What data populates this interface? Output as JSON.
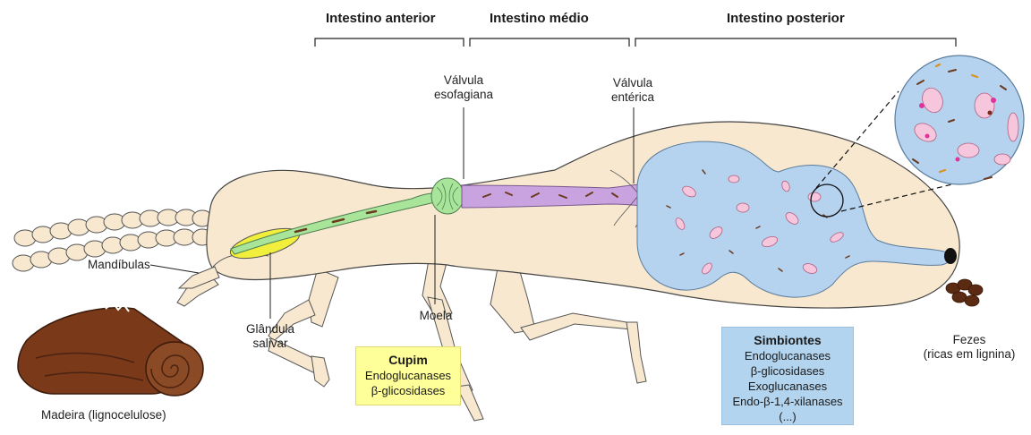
{
  "sections": {
    "anterior": "Intestino anterior",
    "medio": "Intestino médio",
    "posterior": "Intestino posterior"
  },
  "labels": {
    "valvula_esofagiana_1": "Válvula",
    "valvula_esofagiana_2": "esofagiana",
    "valvula_enterica_1": "Válvula",
    "valvula_enterica_2": "entérica",
    "mandibulas": "Mandíbulas",
    "glandula_1": "Glândula",
    "glandula_2": "salivar",
    "moela": "Moela",
    "madeira": "Madeira (lignocelulose)",
    "fezes_1": "Fezes",
    "fezes_2": "(ricas em lignina)"
  },
  "cupim_box": {
    "title": "Cupim",
    "items": [
      "Endoglucanases",
      "β-glicosidases"
    ]
  },
  "simbiontes_box": {
    "title": "Simbiontes",
    "items": [
      "Endoglucanases",
      "β-glicosidases",
      "Exoglucanases",
      "Endo-β-1,4-xilanases",
      "(...)"
    ]
  },
  "colors": {
    "body": "#f7e8cf",
    "foregut": "#a8e59a",
    "midgut": "#c9a2e0",
    "hindgut": "#b5d2ef",
    "salivary": "#f2ef3c",
    "wood": "#7a3a1a",
    "cupim_box": "#ffff99",
    "simbiontes_box": "#b3d4ef"
  }
}
